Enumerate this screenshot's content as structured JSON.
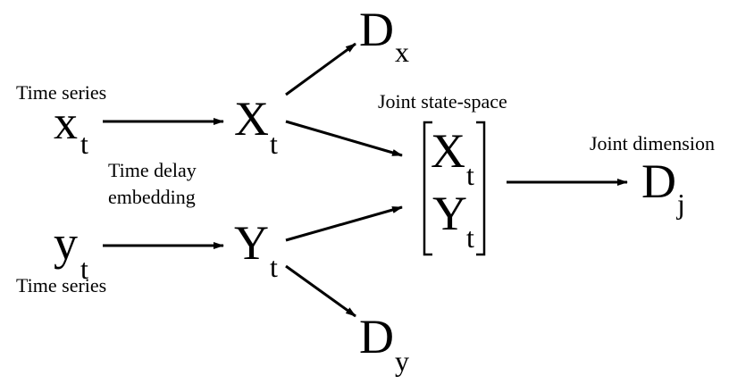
{
  "labels": {
    "time_series_top": "Time series",
    "time_series_bottom": "Time series",
    "time_delay_line1": "Time delay",
    "time_delay_line2": "embedding",
    "joint_state_space": "Joint state-space",
    "joint_dimension": "Joint dimension"
  },
  "symbols": {
    "x_base": "x",
    "x_sub": "t",
    "y_base": "y",
    "y_sub": "t",
    "X_base": "X",
    "X_sub": "t",
    "Y_base": "Y",
    "Y_sub": "t",
    "Dx_base": "D",
    "Dx_sub": "x",
    "Dy_base": "D",
    "Dy_sub": "y",
    "matrix_X_base": "X",
    "matrix_X_sub": "t",
    "matrix_Y_base": "Y",
    "matrix_Y_sub": "t",
    "Dj_base": "D",
    "Dj_sub": "j"
  },
  "colors": {
    "ink": "#000000",
    "background": "#ffffff"
  }
}
